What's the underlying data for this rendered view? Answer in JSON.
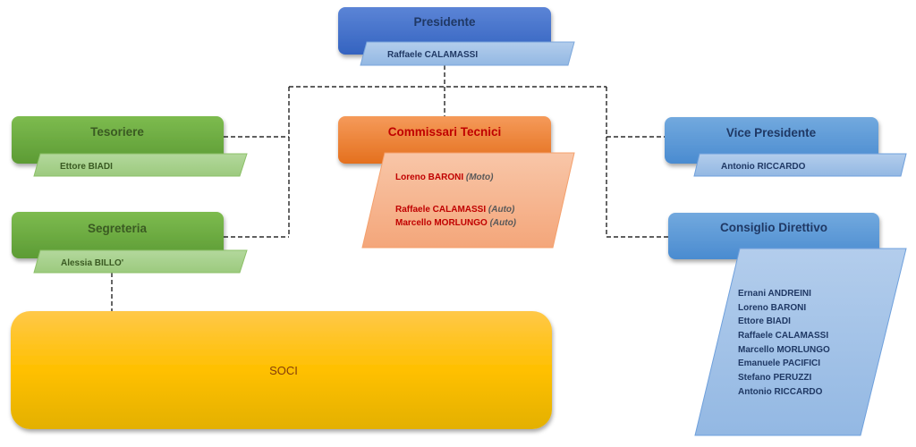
{
  "diagram": {
    "president": {
      "title": "Presidente",
      "name": "Raffaele CALAMASSI"
    },
    "treasurer": {
      "title": "Tesoriere",
      "name": "Ettore BIADI"
    },
    "secretariat": {
      "title": "Segreteria",
      "name": "Alessia BILLO'"
    },
    "technical_commissioners": {
      "title": "Commissari Tecnici",
      "members": [
        {
          "name": "Loreno BARONI",
          "category": "(Moto)"
        },
        {
          "name": "Raffaele CALAMASSI",
          "category": "(Auto)"
        },
        {
          "name": "Marcello MORLUNGO",
          "category": "(Auto)"
        }
      ]
    },
    "vice_president": {
      "title": "Vice Presidente",
      "name": "Antonio RICCARDO"
    },
    "board": {
      "title": "Consiglio Direttivo",
      "members": [
        "Ernani ANDREINI",
        "Loreno BARONI",
        "Ettore BIADI",
        "Raffaele CALAMASSI",
        "Marcello MORLUNGO",
        "Emanuele PACIFICI",
        "Stefano PERUZZI",
        "Antonio RICCARDO"
      ]
    },
    "members": {
      "title": "SOCI"
    }
  },
  "colors": {
    "navy": "#1f3864",
    "green-text": "#3a5a22",
    "red-text": "#c00000",
    "brown-text": "#843c0c",
    "president-top": "#5b84d6",
    "president-bottom": "#3463c0",
    "blue-top": "#72a9de",
    "blue-bottom": "#4a8bd0",
    "blue-label-top": "#b3cdec",
    "blue-label-bottom": "#93b8e3",
    "green-top": "#7dbb4f",
    "green-bottom": "#5c9b34",
    "green-label-top": "#b3d89c",
    "green-label-bottom": "#9cca7e",
    "orange-top": "#f59a5a",
    "orange-bottom": "#e4701e",
    "orange-label-top": "#f8c6a8",
    "orange-label-bottom": "#f4a67a",
    "gold-top": "#ffc848",
    "gold-mid": "#ffc000",
    "gold-bottom": "#e3b000"
  }
}
